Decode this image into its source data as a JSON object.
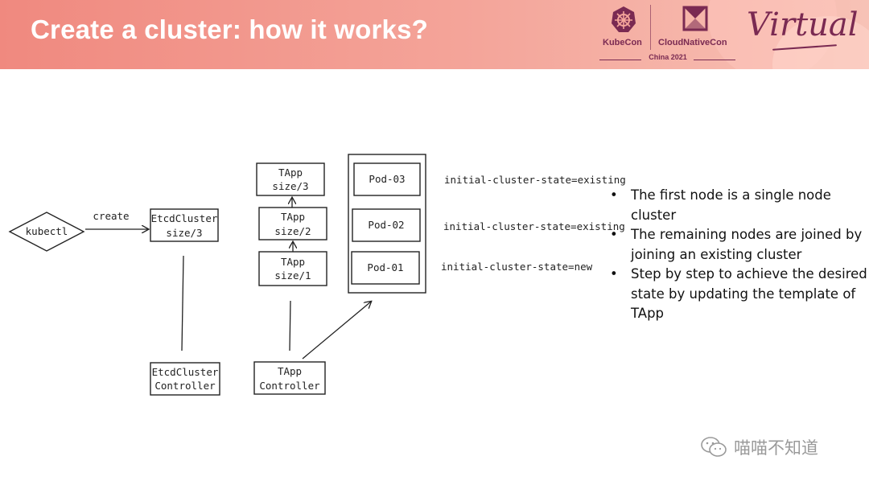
{
  "header": {
    "title": "Create a cluster: how it works?",
    "kubecon_label": "KubeCon",
    "cloudnativecon_label": "CloudNativeCon",
    "event_year": "China 2021",
    "virtual_label": "Virtual",
    "colors": {
      "banner": "#f0897f",
      "brand": "#7a2a52"
    }
  },
  "diagram": {
    "kubectl": "kubectl",
    "create_label": "create",
    "etcdcluster": {
      "line1": "EtcdCluster",
      "line2": "size/3"
    },
    "etcdcluster_controller": {
      "line1": "EtcdCluster",
      "line2": "Controller"
    },
    "tapp_versions": [
      {
        "line1": "TApp",
        "line2": "size/3"
      },
      {
        "line1": "TApp",
        "line2": "size/2"
      },
      {
        "line1": "TApp",
        "line2": "size/1"
      }
    ],
    "tapp_controller": {
      "line1": "TApp",
      "line2": "Controller"
    },
    "pods": [
      {
        "name": "Pod-03",
        "state": "initial-cluster-state=existing"
      },
      {
        "name": "Pod-02",
        "state": "initial-cluster-state=existing"
      },
      {
        "name": "Pod-01",
        "state": "initial-cluster-state=new"
      }
    ]
  },
  "bullets": [
    "The first node is a single node cluster",
    "The remaining nodes are joined by joining an existing cluster",
    "Step by step to achieve the desired state by updating the template of TApp"
  ],
  "watermark": {
    "text": "喵喵不知道",
    "icon": "wechat-icon"
  }
}
